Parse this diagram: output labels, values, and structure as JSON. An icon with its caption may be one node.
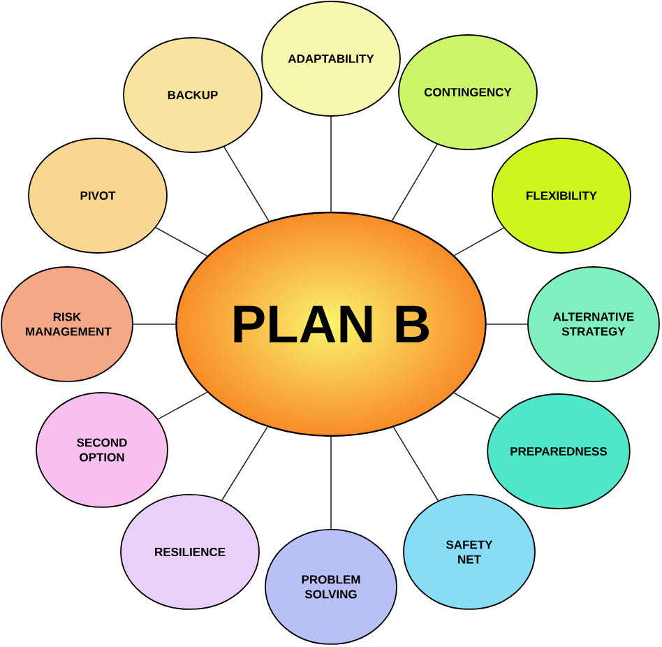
{
  "diagram": {
    "nodes": [
      {
        "text": [
          "PLAN B"
        ]
      },
      {
        "text": [
          "ADAPTABILITY"
        ]
      },
      {
        "text": [
          "CONTINGENCY"
        ]
      },
      {
        "text": [
          "FLEXIBILITY"
        ]
      },
      {
        "text": [
          "ALTERNATIVE STRATEGY"
        ]
      },
      {
        "text": [
          "PREPAREDNESS"
        ]
      },
      {
        "text": [
          "SAFETY NET"
        ]
      },
      {
        "text": [
          "PROBLEM SOLVING"
        ]
      },
      {
        "text": [
          "RESILIENCE"
        ]
      },
      {
        "text": [
          "SECOND OPTION"
        ]
      },
      {
        "text": [
          "RISK MANAGEMENT"
        ]
      },
      {
        "text": [
          "PIVOT"
        ]
      },
      {
        "text": [
          "BACKUP"
        ]
      }
    ],
    "edges": [
      {
        "from": 0,
        "to": 1,
        "arrow": "none"
      },
      {
        "from": 0,
        "to": 2,
        "arrow": "none"
      },
      {
        "from": 0,
        "to": 3,
        "arrow": "none"
      },
      {
        "from": 0,
        "to": 4,
        "arrow": "none"
      },
      {
        "from": 0,
        "to": 5,
        "arrow": "none"
      },
      {
        "from": 0,
        "to": 6,
        "arrow": "none"
      },
      {
        "from": 0,
        "to": 7,
        "arrow": "none"
      },
      {
        "from": 0,
        "to": 8,
        "arrow": "none"
      },
      {
        "from": 0,
        "to": 9,
        "arrow": "none"
      },
      {
        "from": 0,
        "to": 10,
        "arrow": "none"
      },
      {
        "from": 0,
        "to": 11,
        "arrow": "none"
      },
      {
        "from": 0,
        "to": 12,
        "arrow": "none"
      }
    ]
  }
}
